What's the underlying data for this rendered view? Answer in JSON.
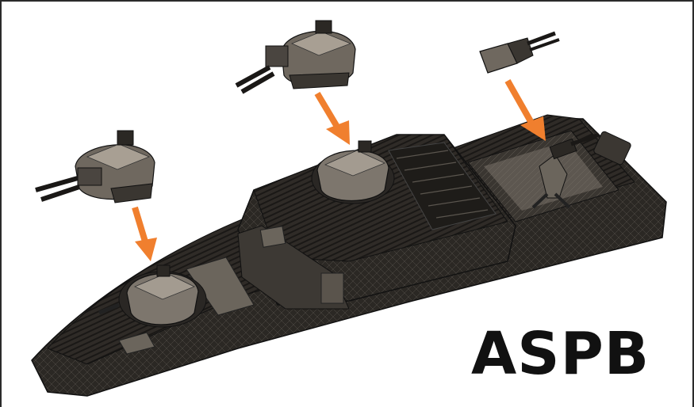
{
  "caption": {
    "text": "ASPB"
  },
  "colors": {
    "hull": "#2b2824",
    "hull_light": "#4a4540",
    "deck": "#5c564e",
    "turret": "#8a837a",
    "arrow": "#f07f2e",
    "caption": "#111111"
  },
  "figure": {
    "icons": [
      "boat-hull",
      "turret-left",
      "turret-center",
      "machine-gun-right",
      "arrow-left",
      "arrow-center",
      "arrow-right"
    ]
  }
}
